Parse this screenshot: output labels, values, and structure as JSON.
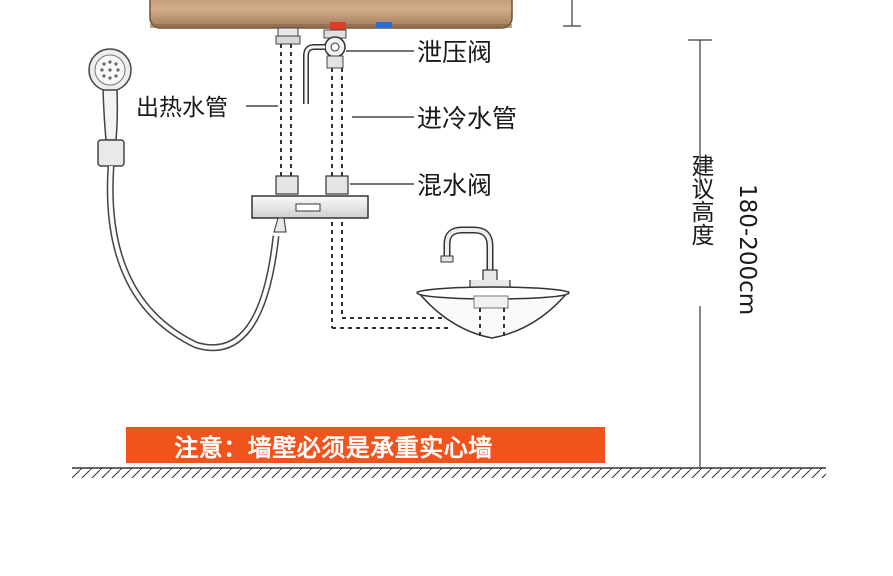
{
  "labels": {
    "relief_valve": "泄压阀",
    "hot_water_pipe": "出热水管",
    "cold_water_pipe": "进冷水管",
    "mixing_valve": "混水阀",
    "suggested_height": "建议高度",
    "height_range": "180-200cm"
  },
  "notice": {
    "text": "注意：墙壁必须是承重实心墙"
  },
  "colors": {
    "heater_body": "#C8A07E",
    "notice_bg": "#F0531C",
    "hot_marker": "#E03A2A",
    "cold_marker": "#2A6FD6",
    "line": "#333333"
  }
}
